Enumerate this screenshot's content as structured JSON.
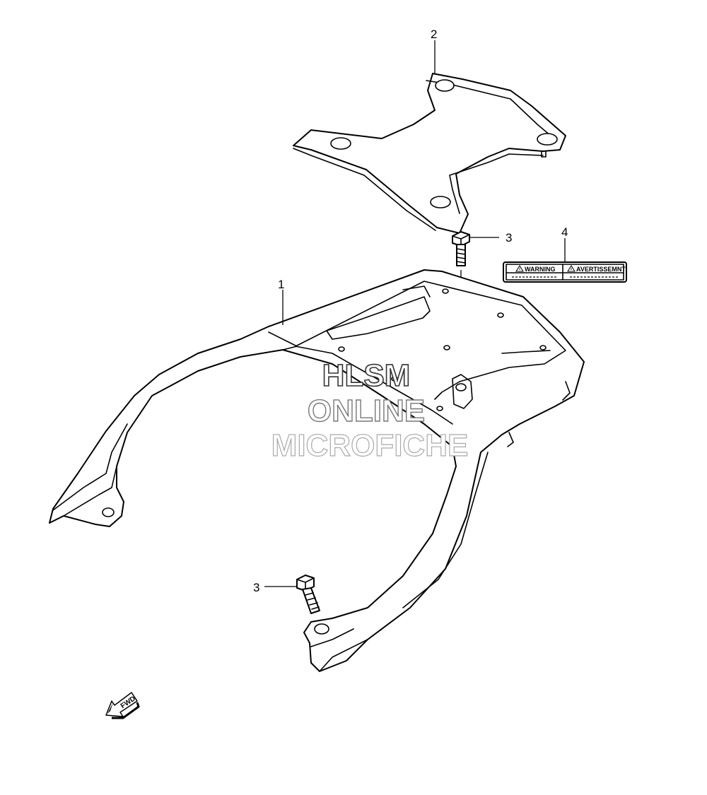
{
  "callouts": {
    "part_1": "1",
    "part_2": "2",
    "part_3_upper": "3",
    "part_3_lower": "3",
    "part_4": "4"
  },
  "warning_label": {
    "left": "WARNING",
    "right": "AVERTISSEMNT"
  },
  "watermark": {
    "line1": "HLSM",
    "line2": "ONLINE",
    "line3": "MICROFICHE"
  },
  "fwd_indicator": {
    "text": "FWD",
    "icon": "forward-arrow-icon"
  },
  "colors": {
    "line": "#000000",
    "background": "#ffffff"
  }
}
